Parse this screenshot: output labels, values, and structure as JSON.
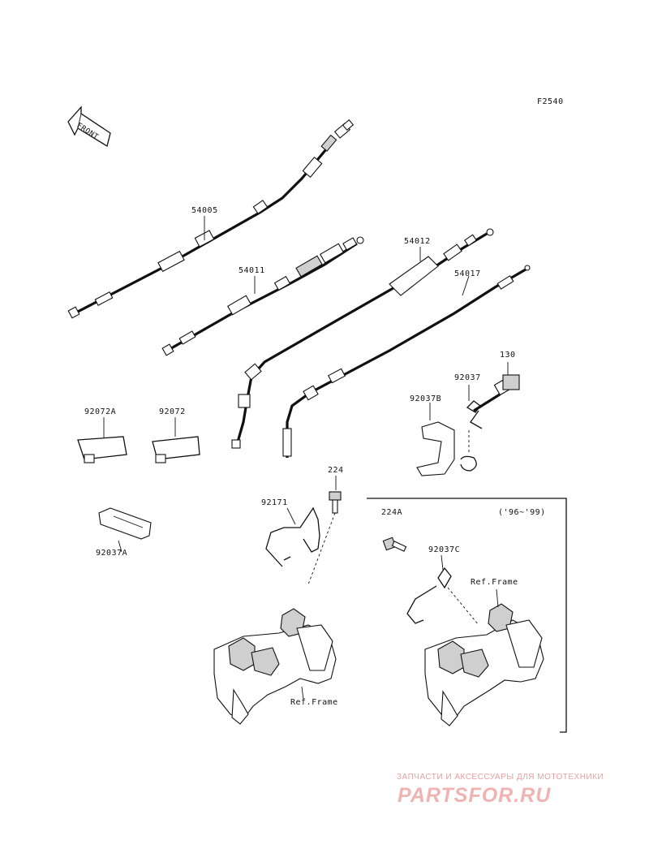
{
  "diagram_code": "F2540",
  "front_label": "FRONT",
  "callouts": {
    "p54005": "54005",
    "p54011": "54011",
    "p54012": "54012",
    "p54017": "54017",
    "p130": "130",
    "p92037": "92037",
    "p92037B": "92037B",
    "p92072A": "92072A",
    "p92072": "92072",
    "p224": "224",
    "p92171": "92171",
    "p92037A": "92037A",
    "p224A": "224A",
    "p92037C": "92037C",
    "ref_frame_left": "Ref.Frame",
    "ref_frame_right": "Ref.Frame"
  },
  "inset_years": "('96~'99)",
  "watermark": {
    "tagline": "ЗАПЧАСТИ И АКСЕССУАРЫ ДЛЯ МОТОТЕХНИКИ",
    "logo": "PARTSFOR.RU",
    "color": "#e8a3a3"
  }
}
